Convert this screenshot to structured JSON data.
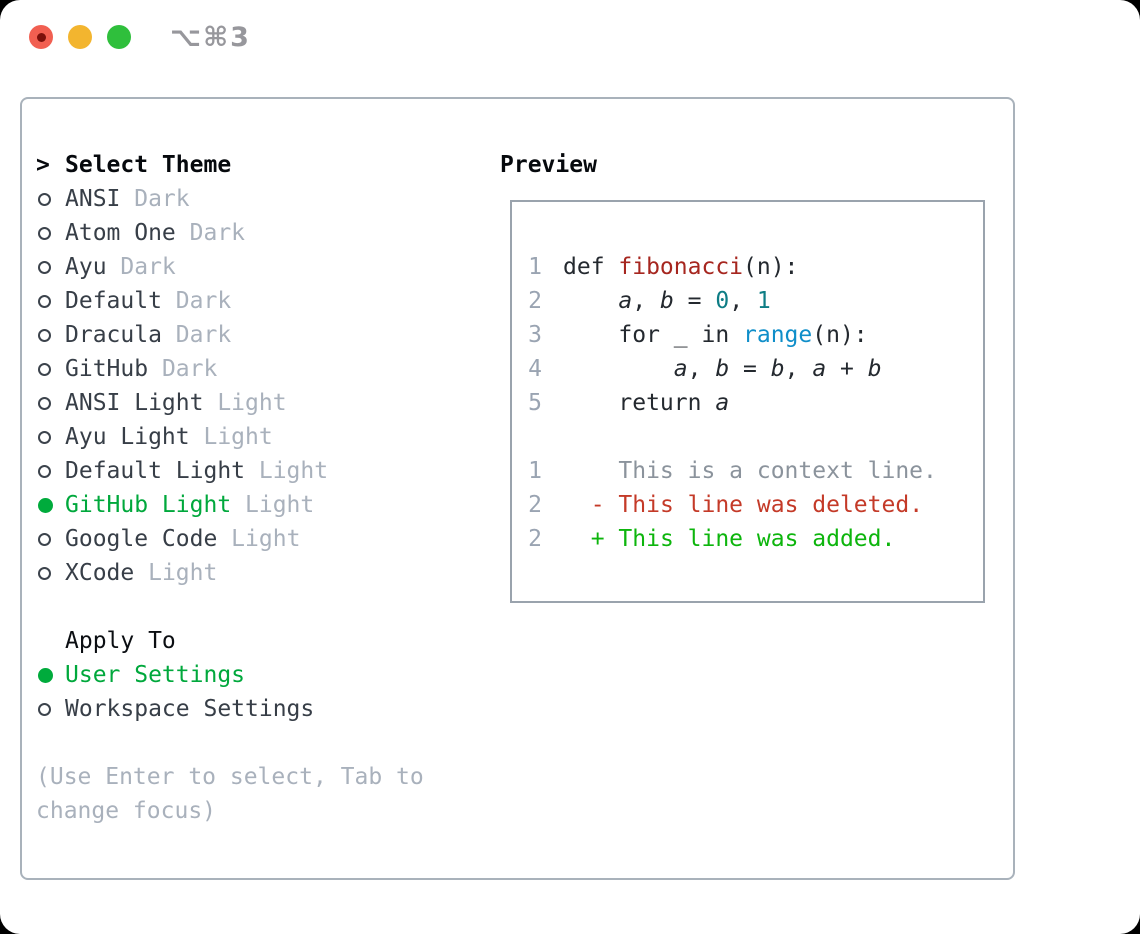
{
  "window": {
    "title": "⌥⌘3",
    "traffic_lights": [
      "close",
      "minimize",
      "zoom"
    ]
  },
  "colors": {
    "selected_green": "#00ab3c",
    "muted_gray": "#a9b1bc",
    "item_text": "#373e47",
    "panel_border": "#a9b2bb",
    "preview_border": "#9aa3ad",
    "code_text": "#24292f",
    "function_red": "#a6261f",
    "number_teal": "#0e7d85",
    "builtin_blue": "#0f8ec9",
    "diff_deleted_red": "#c43a28",
    "diff_added_green": "#0db50d",
    "traffic_red": "#f15f51",
    "traffic_yellow": "#f3b52f",
    "traffic_green": "#2fbf3c"
  },
  "theme_list": {
    "cursor": ">",
    "header": "Select Theme",
    "items": [
      {
        "name": "ANSI",
        "variant": "Dark",
        "selected": false
      },
      {
        "name": "Atom One",
        "variant": "Dark",
        "selected": false
      },
      {
        "name": "Ayu",
        "variant": "Dark",
        "selected": false
      },
      {
        "name": "Default",
        "variant": "Dark",
        "selected": false
      },
      {
        "name": "Dracula",
        "variant": "Dark",
        "selected": false
      },
      {
        "name": "GitHub",
        "variant": "Dark",
        "selected": false
      },
      {
        "name": "ANSI Light",
        "variant": "Light",
        "selected": false
      },
      {
        "name": "Ayu Light",
        "variant": "Light",
        "selected": false
      },
      {
        "name": "Default Light",
        "variant": "Light",
        "selected": false
      },
      {
        "name": "GitHub Light",
        "variant": "Light",
        "selected": true
      },
      {
        "name": "Google Code",
        "variant": "Light",
        "selected": false
      },
      {
        "name": "XCode",
        "variant": "Light",
        "selected": false
      }
    ]
  },
  "apply_to": {
    "header": "Apply To",
    "options": [
      {
        "label": "User Settings",
        "selected": true
      },
      {
        "label": "Workspace Settings",
        "selected": false
      }
    ]
  },
  "hint": {
    "text": "(Use Enter to select, Tab to change focus)"
  },
  "preview": {
    "title": "Preview",
    "lines": [
      {
        "num": "1",
        "tokens": [
          {
            "s": "code",
            "t": "def "
          },
          {
            "s": "func",
            "t": "fibonacci"
          },
          {
            "s": "code",
            "t": "(n):"
          }
        ]
      },
      {
        "num": "2",
        "tokens": [
          {
            "s": "code",
            "t": "    "
          },
          {
            "s": "var",
            "t": "a"
          },
          {
            "s": "code",
            "t": ", "
          },
          {
            "s": "var",
            "t": "b"
          },
          {
            "s": "code",
            "t": " = "
          },
          {
            "s": "num",
            "t": "0"
          },
          {
            "s": "code",
            "t": ", "
          },
          {
            "s": "num",
            "t": "1"
          }
        ]
      },
      {
        "num": "3",
        "tokens": [
          {
            "s": "code",
            "t": "    for _ in "
          },
          {
            "s": "builtin",
            "t": "range"
          },
          {
            "s": "code",
            "t": "(n):"
          }
        ]
      },
      {
        "num": "4",
        "tokens": [
          {
            "s": "code",
            "t": "        "
          },
          {
            "s": "var",
            "t": "a"
          },
          {
            "s": "code",
            "t": ", "
          },
          {
            "s": "var",
            "t": "b"
          },
          {
            "s": "code",
            "t": " = "
          },
          {
            "s": "var",
            "t": "b"
          },
          {
            "s": "code",
            "t": ", "
          },
          {
            "s": "var",
            "t": "a"
          },
          {
            "s": "code",
            "t": " + "
          },
          {
            "s": "var",
            "t": "b"
          }
        ]
      },
      {
        "num": "5",
        "tokens": [
          {
            "s": "code",
            "t": "    return "
          },
          {
            "s": "var",
            "t": "a"
          }
        ]
      },
      {
        "num": "",
        "tokens": []
      },
      {
        "num": "1",
        "tokens": [
          {
            "s": "ctx",
            "t": "    This is a context line."
          }
        ]
      },
      {
        "num": "2",
        "tokens": [
          {
            "s": "ctx",
            "t": "  "
          },
          {
            "s": "del",
            "t": "- This line was deleted."
          }
        ]
      },
      {
        "num": "2",
        "tokens": [
          {
            "s": "ctx",
            "t": "  "
          },
          {
            "s": "add",
            "t": "+ This line was added."
          }
        ]
      }
    ]
  }
}
